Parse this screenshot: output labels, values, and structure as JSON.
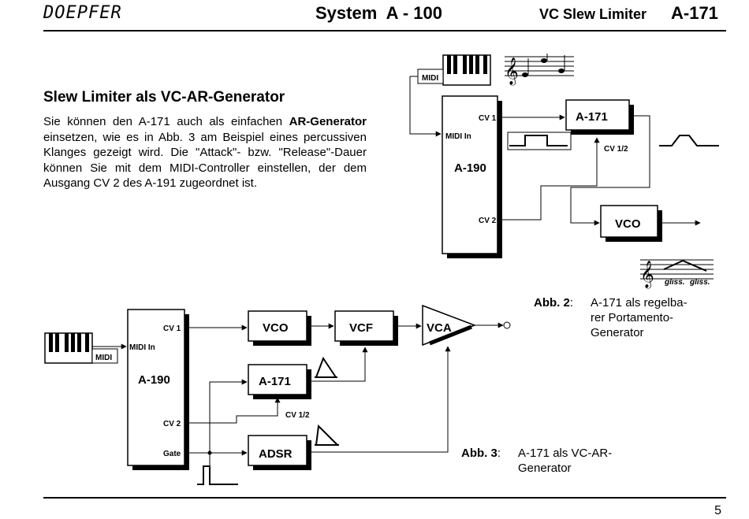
{
  "header": {
    "brand": "DOEPFER",
    "system": "System  A - 100",
    "module_name": "VC Slew Limiter",
    "module_id": "A-171"
  },
  "section": {
    "title": "Slew Limiter als VC-AR-Generator",
    "para_1": "Sie können den A-171 auch als einfachen ",
    "para_bold": "AR-Generator",
    "para_2": " einsetzen, wie es in Abb. 3 am Beispiel eines percussiven Klanges gezeigt wird. Die \"Attack\"- bzw. \"Release\"-Dauer können Sie mit dem MIDI-Controller einstellen, der dem Ausgang CV 2 des A-191 zugeordnet ist."
  },
  "fig2": {
    "midi": "MIDI",
    "midi_in": "MIDI In",
    "a190": "A-190",
    "cv1": "CV 1",
    "cv2": "CV 2",
    "a171": "A-171",
    "cv12": "CV 1/2",
    "vco": "VCO",
    "gliss1": "gliss.",
    "gliss2": "gliss.",
    "caption_label": "Abb. 2",
    "caption_text": "A-171 als regelbarer Portamento-Generator",
    "caption_line1": "A-171 als regelba-",
    "caption_line2": "rer Portamento-",
    "caption_line3": "Generator"
  },
  "fig3": {
    "midi": "MIDI",
    "midi_in": "MIDI In",
    "a190": "A-190",
    "cv1": "CV 1",
    "cv2": "CV 2",
    "gate": "Gate",
    "vco": "VCO",
    "vcf": "VCF",
    "vca": "VCA",
    "a171": "A-171",
    "cv12": "CV 1/2",
    "adsr": "ADSR",
    "caption_label": "Abb. 3",
    "caption_line1": "A-171 als VC-AR-",
    "caption_line2": "Generator"
  },
  "footer": {
    "page": "5"
  }
}
